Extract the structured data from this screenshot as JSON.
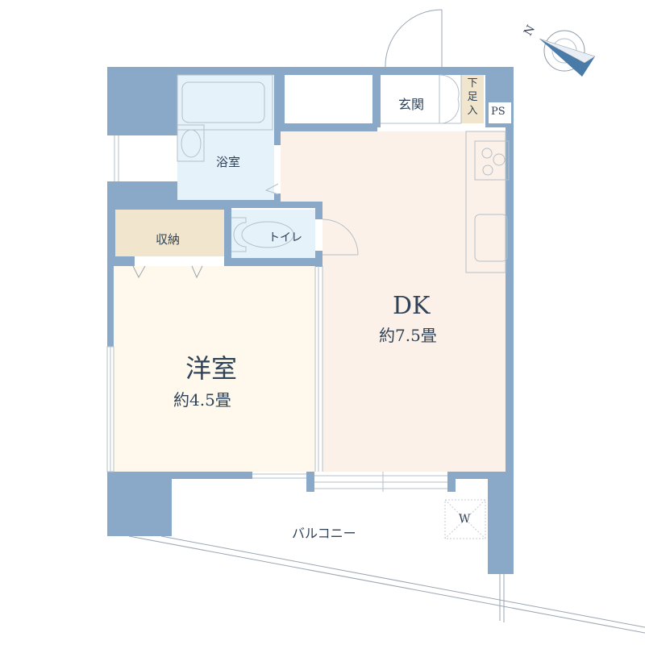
{
  "floor_plan": {
    "colors": {
      "wall": "#8aa9c8",
      "wet_area": "#e6f2fa",
      "dk_floor": "#fcf1e8",
      "western_room_floor": "#fef9ec",
      "storage": "#f1e6cd",
      "shoe_box": "#f1e6cd",
      "fixture_line": "#b5bfc8",
      "text": "#2f4257",
      "compass_accent": "#4a7ba8"
    },
    "rooms": {
      "entrance": {
        "label": "玄関"
      },
      "shoe_box": {
        "label": "下足入"
      },
      "pipe_space": {
        "label": "PS"
      },
      "bathroom": {
        "label": "浴室"
      },
      "toilet": {
        "label": "トイレ"
      },
      "storage": {
        "label": "収納"
      },
      "dk": {
        "label": "DK",
        "size": "約7.5畳"
      },
      "western_room": {
        "label": "洋室",
        "size": "約4.5畳"
      },
      "balcony": {
        "label": "バルコニー"
      },
      "washer": {
        "label": "W"
      }
    },
    "compass": {
      "label": "N"
    }
  }
}
